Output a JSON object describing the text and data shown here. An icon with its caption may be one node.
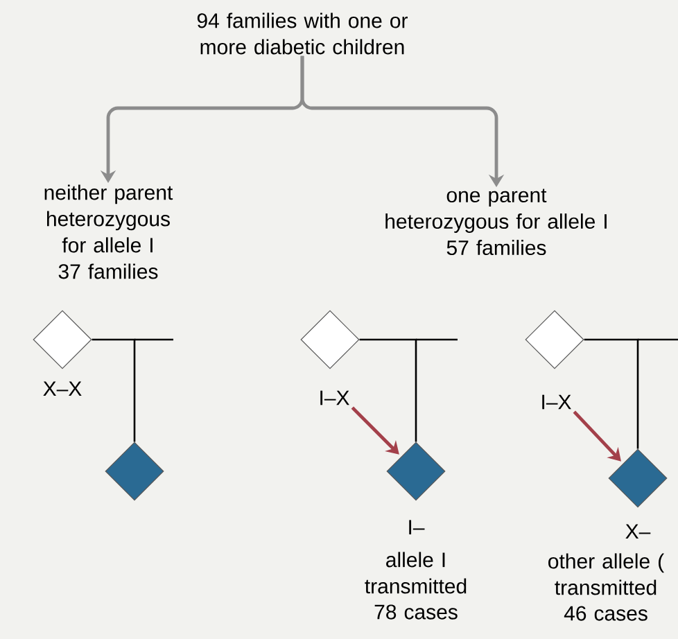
{
  "diagram": {
    "nodes": [
      {
        "text": [
          "94 families with one or more diabetic children"
        ]
      },
      {
        "text": [
          "neither parent heterozygous for allele I",
          "37 families"
        ]
      },
      {
        "text": [
          "one parent heterozygous for allele I",
          "57 families"
        ]
      },
      {
        "text": [],
        "shape": "diamond",
        "beside": [
          "X–X"
        ]
      },
      {
        "text": [],
        "shape": "diamond"
      },
      {
        "text": [],
        "shape": "diamond"
      },
      {
        "text": [
          "I–X"
        ]
      },
      {
        "text": [],
        "shape": "diamond",
        "beside": [
          "I–",
          "allele I transmitted",
          "78 cases"
        ]
      },
      {
        "text": [],
        "shape": "diamond"
      },
      {
        "text": [
          "I–X"
        ]
      },
      {
        "text": [],
        "shape": "diamond",
        "beside": [
          "X–",
          "other allele ( transmitted",
          "46 cases"
        ]
      }
    ],
    "edges": [
      {
        "from": 0,
        "to": 1,
        "arrow": "to",
        "color": "#8c8c8c"
      },
      {
        "from": 0,
        "to": 2,
        "arrow": "to",
        "color": "#8c8c8c"
      },
      {
        "from": 3,
        "to": 4,
        "arrow": "none"
      },
      {
        "from": 5,
        "to": 7,
        "arrow": "none"
      },
      {
        "from": 8,
        "to": 10,
        "arrow": "none"
      },
      {
        "from": 6,
        "to": 7,
        "arrow": "to",
        "color": "#a3404a"
      },
      {
        "from": 9,
        "to": 10,
        "arrow": "to",
        "color": "#a3404a"
      }
    ]
  }
}
